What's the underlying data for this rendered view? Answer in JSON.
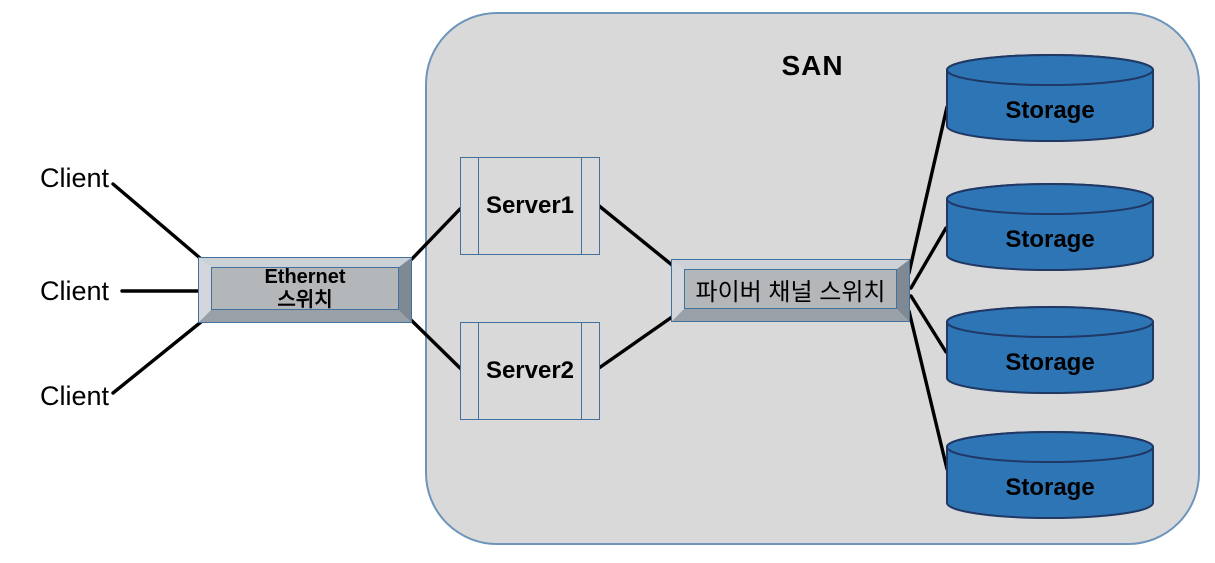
{
  "diagram": {
    "title": "SAN",
    "clients": [
      {
        "label": "Client"
      },
      {
        "label": "Client"
      },
      {
        "label": "Client"
      }
    ],
    "ethernet_switch": {
      "line1": "Ethernet",
      "line2": "스위치"
    },
    "servers": [
      {
        "label": "Server1"
      },
      {
        "label": "Server2"
      }
    ],
    "fiber_switch": {
      "label": "파이버 채널 스위치"
    },
    "storages": [
      {
        "label": "Storage"
      },
      {
        "label": "Storage"
      },
      {
        "label": "Storage"
      },
      {
        "label": "Storage"
      }
    ],
    "colors": {
      "san_fill": "#d9d9d9",
      "san_border": "#6d94bb",
      "switch_panel_fill": "#b4b7ba",
      "switch_outline": "#41719c",
      "storage_fill": "#2e75b6",
      "storage_stroke": "#1f3864",
      "connector": "#000000"
    }
  }
}
